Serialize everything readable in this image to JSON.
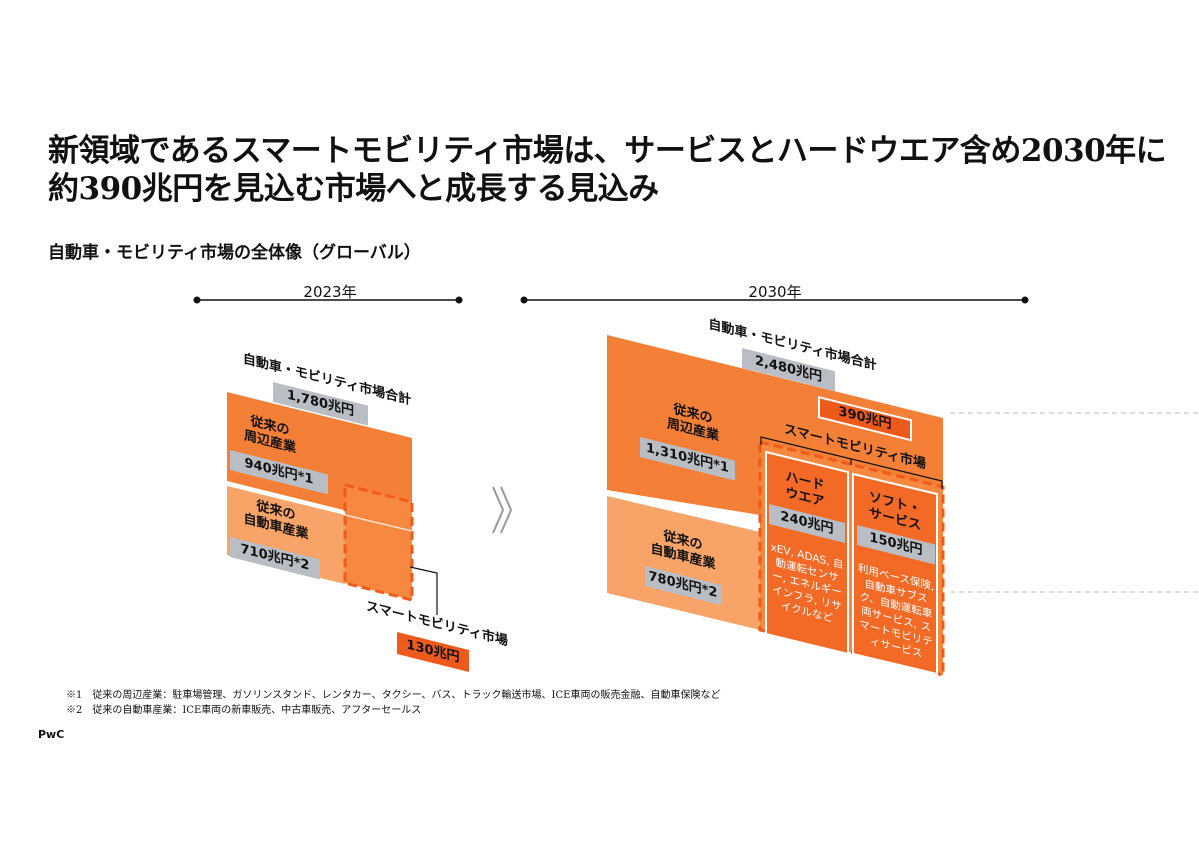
{
  "title": "新領域であるスマートモビリティ市場は、サービスとハードウエア含め2030年に約390兆円を見込む市場へと成長する見込み",
  "subtitle": "自動車・モビリティ市場の全体像（グローバル）",
  "colors": {
    "upper": "#f47f36",
    "lower": "#f8a468",
    "smart": "#f26a26",
    "label_gray": "#b9bec4",
    "accent": "#ee5a1c"
  },
  "y2023": {
    "year": "2023年",
    "total_label": "自動車・モビリティ市場合計",
    "total_value": "1,780兆円",
    "peripheral_label_1": "従来の",
    "peripheral_label_2": "周辺産業",
    "peripheral_value": "940兆円*1",
    "auto_label_1": "従来の",
    "auto_label_2": "自動車産業",
    "auto_value": "710兆円*2",
    "smart_label": "スマートモビリティ市場",
    "smart_value": "130兆円"
  },
  "y2030": {
    "year": "2030年",
    "total_label": "自動車・モビリティ市場合計",
    "total_value": "2,480兆円",
    "peripheral_label_1": "従来の",
    "peripheral_label_2": "周辺産業",
    "peripheral_value": "1,310兆円*1",
    "auto_label_1": "従来の",
    "auto_label_2": "自動車産業",
    "auto_value": "780兆円*2",
    "smart_value": "390兆円",
    "smart_label": "スマートモビリティ市場",
    "hardware": {
      "title_1": "ハード",
      "title_2": "ウエア",
      "value": "240兆円",
      "desc": "xEV, ADAS, 自動運転センサー, エネルギーインフラ, リサイクルなど"
    },
    "software": {
      "title_1": "ソフト・",
      "title_2": "サービス",
      "value": "150兆円",
      "desc": "利用ベース保険, 自動車サブスク、自動運転車両サービス, スマートモビリティサービス"
    }
  },
  "arrow_icon": "double-chevron-right",
  "notes": [
    "※1　従来の周辺産業：駐車場管理、ガソリンスタンド、レンタカー、タクシー、バス、トラック輸送市場、ICE車両の販売金融、自動車保険など",
    "※2　従来の自動車産業：ICE車両の新車販売、中古車販売、アフターセールス"
  ],
  "brand": "PwC"
}
